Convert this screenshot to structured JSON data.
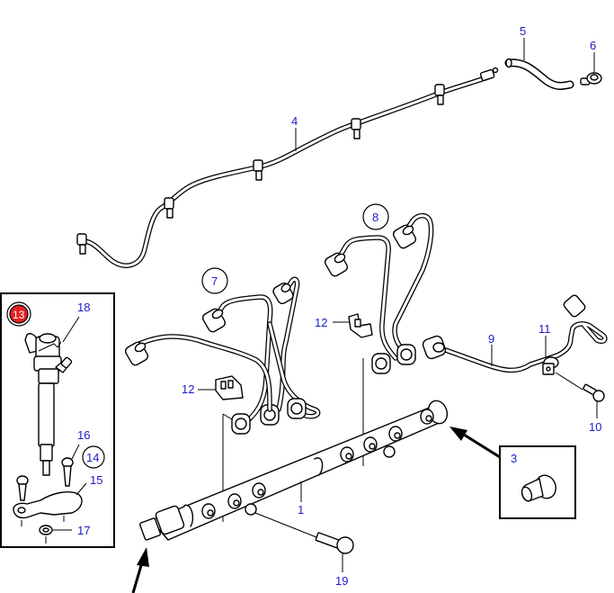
{
  "diagram": {
    "title": "Fuel injection system: common rail, delivery pipes and return hose (exploded parts view)",
    "label_color": "#1a1acc",
    "highlight_color": "#e52222",
    "callouts": [
      {
        "id": "1",
        "part": "fuel-rail"
      },
      {
        "id": "3",
        "part": "rail-plug",
        "note": "detail box"
      },
      {
        "id": "4",
        "part": "return-fuel-hose"
      },
      {
        "id": "5",
        "part": "hose"
      },
      {
        "id": "6",
        "part": "banjo-fitting"
      },
      {
        "id": "7",
        "part": "delivery-pipe-set-front",
        "circled": true
      },
      {
        "id": "8",
        "part": "delivery-pipe-set-rear",
        "circled": true
      },
      {
        "id": "9",
        "part": "delivery-pipe"
      },
      {
        "id": "10",
        "part": "screw"
      },
      {
        "id": "11",
        "part": "pipe-clamp"
      },
      {
        "id": "12",
        "part": "pipe-clip",
        "occurrences": 2
      },
      {
        "id": "13",
        "part": "injector",
        "circled": true,
        "highlighted": true
      },
      {
        "id": "14",
        "part": "injector-mounting-kit",
        "circled": true
      },
      {
        "id": "15",
        "part": "clamp-yoke"
      },
      {
        "id": "16",
        "part": "bolt"
      },
      {
        "id": "17",
        "part": "sealing-washer"
      },
      {
        "id": "18",
        "part": "retaining-clip"
      },
      {
        "id": "19",
        "part": "rail-mounting-bolt"
      }
    ],
    "labels": {
      "l1": "1",
      "l3": "3",
      "l4": "4",
      "l5": "5",
      "l6": "6",
      "l7": "7",
      "l8": "8",
      "l9": "9",
      "l10": "10",
      "l11": "11",
      "l12a": "12",
      "l12b": "12",
      "l13": "13",
      "l14": "14",
      "l15": "15",
      "l16": "16",
      "l17": "17",
      "l18": "18",
      "l19": "19"
    }
  }
}
